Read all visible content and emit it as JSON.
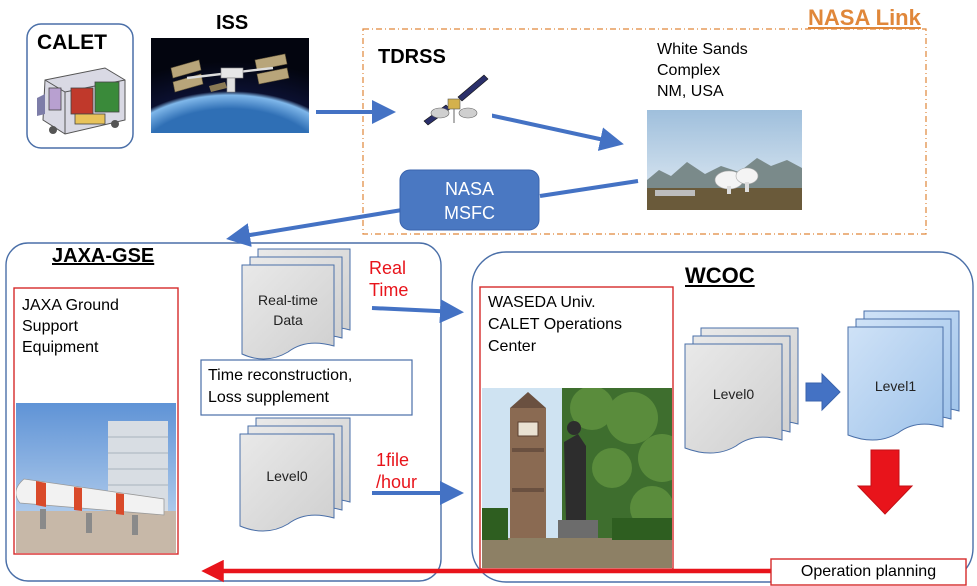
{
  "calet": {
    "label": "CALET"
  },
  "iss": {
    "label": "ISS"
  },
  "tdrss": {
    "label": "TDRSS"
  },
  "nasa_link": {
    "label": "NASA Link",
    "color": "#e0873a"
  },
  "white_sands": {
    "line1": "White Sands",
    "line2": "Complex",
    "line3": "NM, USA"
  },
  "nasa_msfc": {
    "line1": "NASA",
    "line2": "MSFC",
    "color": "#4a78c2"
  },
  "jaxa_gse": {
    "title": "JAXA-GSE",
    "equipment": {
      "line1": "JAXA Ground",
      "line2": "Support",
      "line3": "Equipment"
    },
    "realtime_doc": {
      "line1": "Real-time",
      "line2": "Data"
    },
    "real_time": {
      "line1": "Real",
      "line2": "Time"
    },
    "time_reconstruction": {
      "line1": "Time reconstruction,",
      "line2": "Loss supplement"
    },
    "level0_doc": "Level0",
    "per_hour": {
      "line1": "1file",
      "line2": "/hour"
    }
  },
  "wcoc": {
    "title": "WCOC",
    "center": {
      "line1": "WASEDA Univ.",
      "line2": "CALET Operations",
      "line3": "Center"
    },
    "level0_doc": "Level0",
    "level1_doc": "Level1"
  },
  "operation_planning": {
    "label": "Operation planning"
  },
  "colors": {
    "arrow_blue": "#4472c4",
    "arrow_red": "#e8141b",
    "highlight_red": "#e8141b",
    "box_red": "#d62a2a"
  }
}
